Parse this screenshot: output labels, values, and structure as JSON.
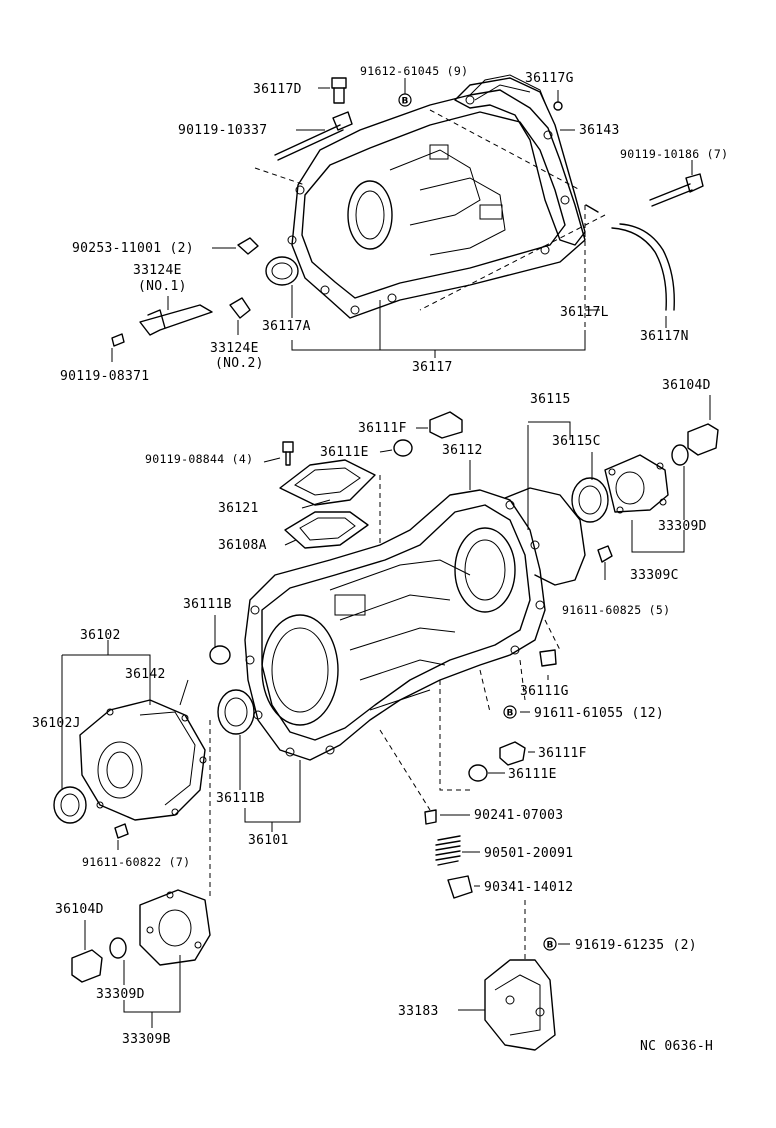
{
  "diagram": {
    "code": "NC 0636-H",
    "bolt_marker": "B",
    "parts": [
      {
        "id": "36117D",
        "label": "36117D"
      },
      {
        "id": "91612-61045",
        "label": "91612-61045 (9)"
      },
      {
        "id": "36117G",
        "label": "36117G"
      },
      {
        "id": "90119-10337",
        "label": "90119-10337"
      },
      {
        "id": "36143",
        "label": "36143"
      },
      {
        "id": "90119-10186",
        "label": "90119-10186 (7)"
      },
      {
        "id": "90253-11001",
        "label": "90253-11001 (2)"
      },
      {
        "id": "33124E-1",
        "label": "33124E"
      },
      {
        "id": "no1",
        "label": "(NO.1)"
      },
      {
        "id": "36117L",
        "label": "36117L"
      },
      {
        "id": "36117A",
        "label": "36117A"
      },
      {
        "id": "33124E-2",
        "label": "33124E"
      },
      {
        "id": "no2",
        "label": "(NO.2)"
      },
      {
        "id": "36117N",
        "label": "36117N"
      },
      {
        "id": "90119-08371",
        "label": "90119-08371"
      },
      {
        "id": "36117",
        "label": "36117"
      },
      {
        "id": "36115",
        "label": "36115"
      },
      {
        "id": "36104D-top",
        "label": "36104D"
      },
      {
        "id": "36111F-top",
        "label": "36111F"
      },
      {
        "id": "36115C",
        "label": "36115C"
      },
      {
        "id": "90119-08844",
        "label": "90119-08844 (4)"
      },
      {
        "id": "36111E-top",
        "label": "36111E"
      },
      {
        "id": "36112",
        "label": "36112"
      },
      {
        "id": "36121",
        "label": "36121"
      },
      {
        "id": "33309D-top",
        "label": "33309D"
      },
      {
        "id": "36108A",
        "label": "36108A"
      },
      {
        "id": "33309C",
        "label": "33309C"
      },
      {
        "id": "91611-60825",
        "label": "91611-60825 (5)"
      },
      {
        "id": "36111B-top",
        "label": "36111B"
      },
      {
        "id": "36102",
        "label": "36102"
      },
      {
        "id": "36142",
        "label": "36142"
      },
      {
        "id": "36111G",
        "label": "36111G"
      },
      {
        "id": "36102J",
        "label": "36102J"
      },
      {
        "id": "91611-61055",
        "label": "91611-61055 (12)"
      },
      {
        "id": "36111F-mid",
        "label": "36111F"
      },
      {
        "id": "36111E-mid",
        "label": "36111E"
      },
      {
        "id": "36111B-mid",
        "label": "36111B"
      },
      {
        "id": "90241-07003",
        "label": "90241-07003"
      },
      {
        "id": "36101",
        "label": "36101"
      },
      {
        "id": "91611-60822",
        "label": "91611-60822 (7)"
      },
      {
        "id": "90501-20091",
        "label": "90501-20091"
      },
      {
        "id": "90341-14012",
        "label": "90341-14012"
      },
      {
        "id": "36104D-bot",
        "label": "36104D"
      },
      {
        "id": "91619-61235",
        "label": "91619-61235 (2)"
      },
      {
        "id": "33309D-bot",
        "label": "33309D"
      },
      {
        "id": "33183",
        "label": "33183"
      },
      {
        "id": "33309B",
        "label": "33309B"
      }
    ]
  }
}
